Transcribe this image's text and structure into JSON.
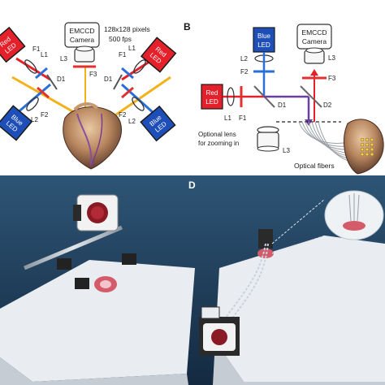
{
  "panels": {
    "top_left": {
      "camera_line1": "EMCCD",
      "camera_line2": "Camera",
      "spec_line1": "128x128 pixels",
      "spec_line2": "500 fps",
      "led_red": [
        "Red",
        "LED"
      ],
      "led_blue": [
        "Blue",
        "LED"
      ],
      "labels": {
        "L1a": "L1",
        "F1a": "F1",
        "D1a": "D1",
        "L2a": "L2",
        "F2a": "F2",
        "L3": "L3",
        "F3": "F3",
        "L1b": "L1",
        "F1b": "F1",
        "D1b": "D1",
        "L2b": "L2",
        "F2b": "F2"
      }
    },
    "B": {
      "panel_label": "B",
      "camera_line1": "EMCCD",
      "camera_line2": "Camera",
      "led_blue": [
        "Blue",
        "LED"
      ],
      "led_red": [
        "Red",
        "LED"
      ],
      "labels": {
        "L2": "L2",
        "F2": "F2",
        "L1": "L1",
        "F1": "F1",
        "D1": "D1",
        "L3top": "L3",
        "F3": "F3",
        "D2": "D2",
        "L3bottom": "L3"
      },
      "optional_lens_line1": "Optional lens",
      "optional_lens_line2": "for zooming in",
      "optical_fibers": "Optical fibers"
    },
    "D": {
      "panel_label": "D"
    }
  },
  "colors": {
    "red_led": "#e4202a",
    "blue_led": "#1e4fb8",
    "red_filter": "#e23030",
    "blue_filter": "#2a6fd6",
    "yellow_beam": "#f3b21b",
    "purple_beam": "#6b3fa0",
    "scene_bg": "#1f3a57",
    "sheet": "#e9edf2"
  }
}
